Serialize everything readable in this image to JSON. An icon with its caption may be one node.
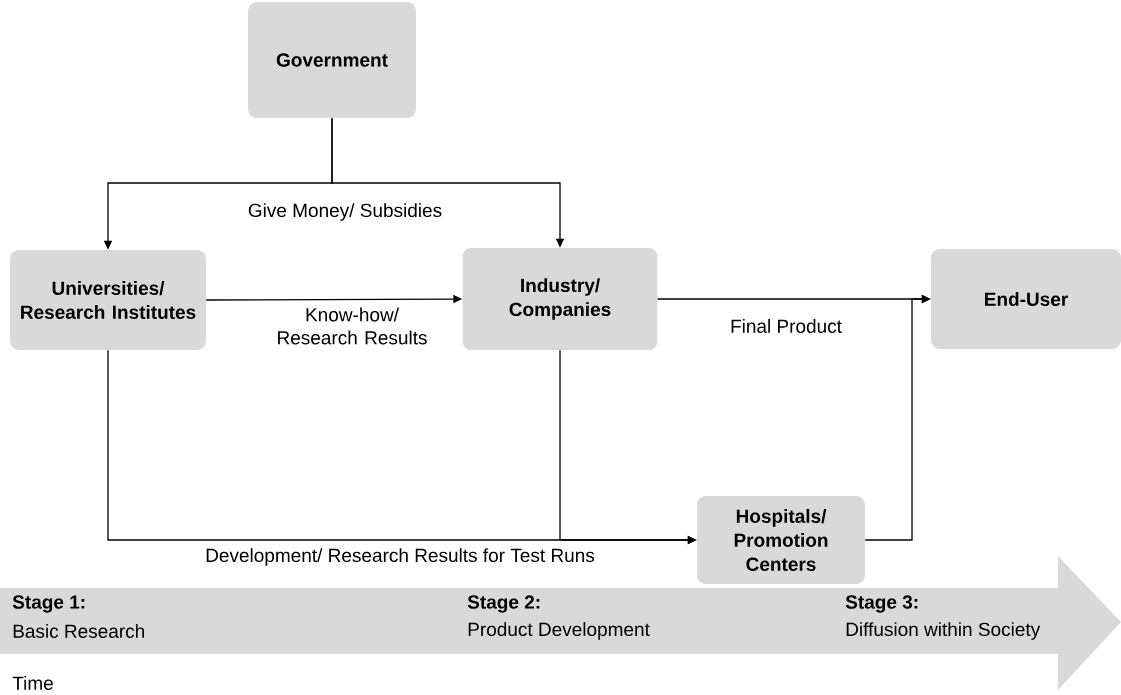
{
  "diagram": {
    "nodes": [
      {
        "text": [
          "Government"
        ]
      },
      {
        "text": [
          "Universities/ Research Institutes"
        ]
      },
      {
        "text": [
          "Industry/ Companies"
        ]
      },
      {
        "text": [
          "End-User"
        ]
      },
      {
        "text": [
          "Hospitals/ Promotion Centers"
        ]
      },
      {
        "text": [
          "Stage 1:",
          "Basic Research",
          "Stage 2:",
          "Product Development",
          "Stage 3:",
          "Diffusion within Society"
        ]
      }
    ],
    "edges": [
      {
        "from": 0,
        "to": 1,
        "arrow": "to"
      },
      {
        "from": 0,
        "to": 2,
        "arrow": "to",
        "label": "Give Money/ Subsidies"
      },
      {
        "from": 1,
        "to": 2,
        "arrow": "to",
        "label": "Know-how/ Research Results"
      },
      {
        "from": 2,
        "to": 3,
        "arrow": "to",
        "label": "Final Product"
      },
      {
        "from": 1,
        "to": 4,
        "arrow": "to",
        "label": "Development/ Research Results for Test Runs"
      },
      {
        "from": 2,
        "to": 4,
        "arrow": "to"
      },
      {
        "from": 4,
        "to": 3,
        "arrow": "to"
      }
    ],
    "labels": [
      "Time"
    ]
  }
}
